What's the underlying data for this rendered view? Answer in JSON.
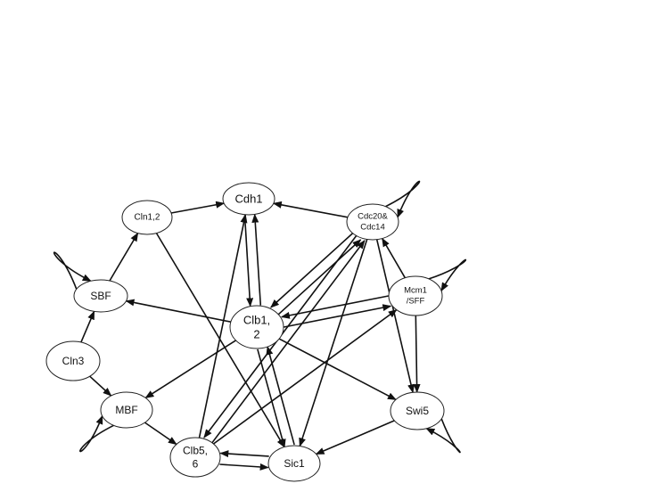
{
  "diagram": {
    "nodes": [
      {
        "id": "cdh1",
        "lines": [
          "Cdh1"
        ]
      },
      {
        "id": "cln12",
        "lines": [
          "Cln1,2"
        ]
      },
      {
        "id": "cdc20",
        "lines": [
          "Cdc20&",
          "Cdc14"
        ]
      },
      {
        "id": "sbf",
        "lines": [
          "SBF"
        ]
      },
      {
        "id": "mcm1",
        "lines": [
          "Mcm1",
          "/SFF"
        ]
      },
      {
        "id": "clb12",
        "lines": [
          "Clb1,",
          "2"
        ]
      },
      {
        "id": "cln3",
        "lines": [
          "Cln3"
        ]
      },
      {
        "id": "mbf",
        "lines": [
          "MBF"
        ]
      },
      {
        "id": "swi5",
        "lines": [
          "Swi5"
        ]
      },
      {
        "id": "clb56",
        "lines": [
          "Clb5,",
          "6"
        ]
      },
      {
        "id": "sic1",
        "lines": [
          "Sic1"
        ]
      }
    ],
    "edges": [
      [
        "cln12",
        "cdh1"
      ],
      [
        "cln12",
        "sic1"
      ],
      [
        "sbf",
        "cln12"
      ],
      [
        "cln3",
        "sbf"
      ],
      [
        "cln3",
        "mbf"
      ],
      [
        "mbf",
        "clb56"
      ],
      [
        "clb56",
        "sic1"
      ],
      [
        "sic1",
        "clb56"
      ],
      [
        "clb56",
        "cdh1"
      ],
      [
        "clb56",
        "cdc20"
      ],
      [
        "clb56",
        "mcm1"
      ],
      [
        "cdh1",
        "clb12"
      ],
      [
        "clb12",
        "cdh1"
      ],
      [
        "clb12",
        "sbf"
      ],
      [
        "clb12",
        "mbf"
      ],
      [
        "clb12",
        "cdc20"
      ],
      [
        "cdc20",
        "clb12"
      ],
      [
        "clb12",
        "mcm1"
      ],
      [
        "mcm1",
        "clb12"
      ],
      [
        "clb12",
        "swi5"
      ],
      [
        "clb12",
        "sic1"
      ],
      [
        "sic1",
        "clb12"
      ],
      [
        "cdc20",
        "cdh1"
      ],
      [
        "cdc20",
        "clb56"
      ],
      [
        "cdc20",
        "sic1"
      ],
      [
        "cdc20",
        "swi5"
      ],
      [
        "mcm1",
        "cdc20"
      ],
      [
        "mcm1",
        "swi5"
      ],
      [
        "swi5",
        "sic1"
      ]
    ],
    "self_loops": [
      "sbf",
      "cdc20",
      "mcm1",
      "mbf",
      "swi5"
    ]
  }
}
